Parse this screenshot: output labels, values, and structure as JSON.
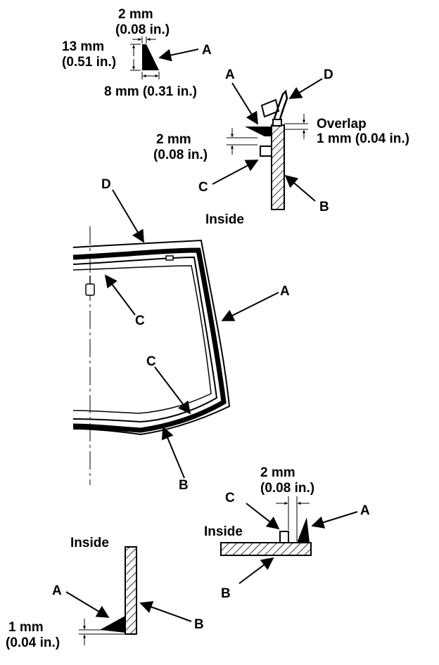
{
  "callouts": {
    "a": "A",
    "b": "B",
    "c": "C",
    "d": "D"
  },
  "detail_top_left": {
    "width_mm": "2 mm",
    "width_in": "(0.08 in.)",
    "height_mm": "13 mm",
    "height_in": "(0.51 in.)",
    "base": "8 mm (0.31 in.)"
  },
  "detail_top_right": {
    "overlap_label": "Overlap",
    "overlap_value": "1 mm (0.04 in.)",
    "gap_mm": "2 mm",
    "gap_in": "(0.08 in.)",
    "inside": "Inside"
  },
  "detail_bottom_right": {
    "gap_mm": "2 mm",
    "gap_in": "(0.08 in.)",
    "inside": "Inside"
  },
  "detail_bottom_left": {
    "inside": "Inside",
    "dim_mm": "1 mm",
    "dim_in": "(0.04 in.)"
  },
  "colors": {
    "ink": "#000000",
    "paper": "#ffffff"
  }
}
